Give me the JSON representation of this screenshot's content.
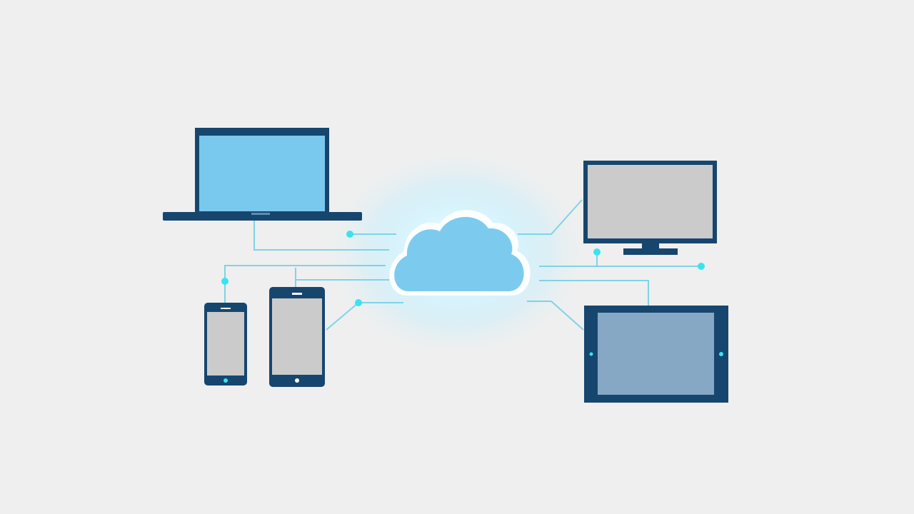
{
  "diagram": {
    "type": "cloud-network",
    "nodes": [
      {
        "id": "cloud",
        "kind": "cloud",
        "icon": "cloud-icon"
      },
      {
        "id": "laptop",
        "kind": "laptop",
        "icon": "laptop-icon"
      },
      {
        "id": "desktop-monitor",
        "kind": "monitor",
        "icon": "monitor-icon"
      },
      {
        "id": "phone-small",
        "kind": "smartphone",
        "icon": "smartphone-icon"
      },
      {
        "id": "phone-large",
        "kind": "smartphone",
        "icon": "smartphone-icon"
      },
      {
        "id": "tablet",
        "kind": "tablet",
        "icon": "tablet-icon"
      }
    ],
    "edges": [
      {
        "from": "laptop",
        "to": "cloud"
      },
      {
        "from": "phone-small",
        "to": "cloud"
      },
      {
        "from": "phone-large",
        "to": "cloud"
      },
      {
        "from": "desktop-monitor",
        "to": "cloud"
      },
      {
        "from": "tablet",
        "to": "cloud"
      }
    ],
    "colors": {
      "background": "#efefef",
      "device_frame": "#16466e",
      "laptop_screen": "#79c8ee",
      "device_screen": "#cbcbcb",
      "tablet_screen": "#86a8c4",
      "cloud": "#7ccbee",
      "glow": "#bfeeff",
      "connector": "#7fd3e6",
      "connector_node": "#39e3f2"
    }
  }
}
